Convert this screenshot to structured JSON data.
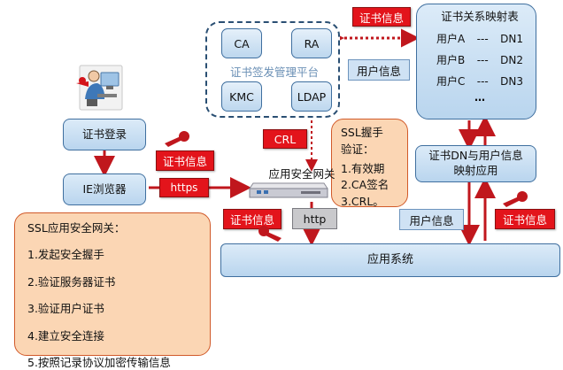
{
  "nodes": {
    "platform_label": "证书签发管理平台",
    "ca": "CA",
    "ra": "RA",
    "kmc": "KMC",
    "ldap": "LDAP",
    "mapping_title": "证书关系映射表",
    "mapping_rows": [
      {
        "user": "用户A",
        "dash": "---",
        "dn": "DN1"
      },
      {
        "user": "用户B",
        "dash": "---",
        "dn": "DN2"
      },
      {
        "user": "用户C",
        "dash": "---",
        "dn": "DN3"
      }
    ],
    "mapping_more": "…",
    "cert_login": "证书登录",
    "ie_browser": "IE浏览器",
    "gateway": "应用安全网关",
    "dn_mapping": "证书DN与用户信息映射应用",
    "app_system": "应用系统"
  },
  "tags": {
    "cert_info_top": "证书信息",
    "user_info_mid": "用户信息",
    "crl": "CRL",
    "cert_info_left": "证书信息",
    "https": "https",
    "cert_info_gateway": "证书信息",
    "http": "http",
    "user_info_bottom": "用户信息",
    "cert_info_right": "证书信息"
  },
  "ssl_handshake": {
    "title": "SSL握手",
    "subtitle": "验证：",
    "items": [
      "1.有效期",
      "2.CA签名",
      "3.CRL。"
    ]
  },
  "ssl_gateway": {
    "title": "SSL应用安全网关：",
    "items": [
      "1.发起安全握手",
      "2.验证服务器证书",
      "3.验证用户证书",
      "4.建立安全连接",
      "5.按照记录协议加密传输信息"
    ]
  },
  "colors": {
    "red": "#e3141b",
    "dark_red": "#c0171d",
    "blue_fill": "#cfe2f4",
    "orange_fill": "#fbd6b4",
    "orange_border": "#d15a2a"
  }
}
